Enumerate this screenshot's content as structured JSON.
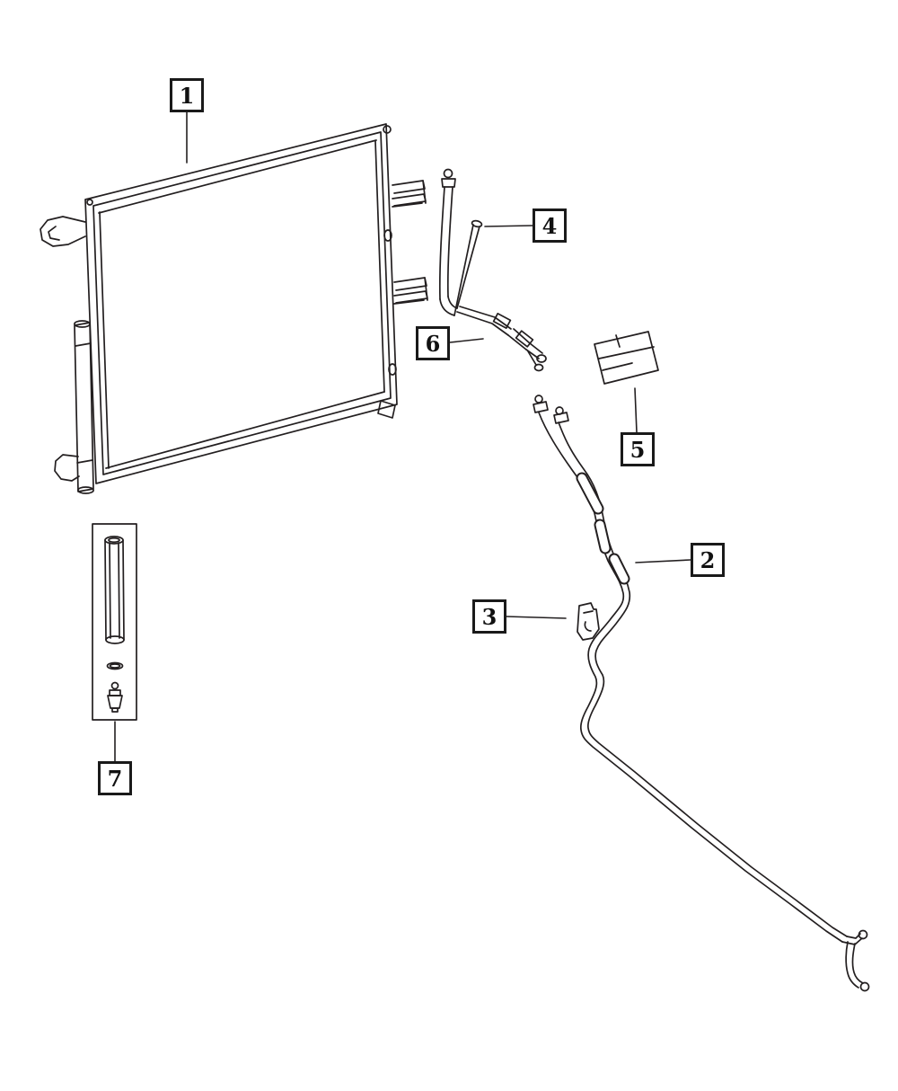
{
  "page": {
    "background": "#ffffff"
  },
  "diagram": {
    "type": "parts-diagram",
    "line_color": "#231f20",
    "callouts": [
      {
        "label": "1"
      },
      {
        "label": "2"
      },
      {
        "label": "3"
      },
      {
        "label": "4"
      },
      {
        "label": "5"
      },
      {
        "label": "6"
      },
      {
        "label": "7"
      }
    ]
  }
}
